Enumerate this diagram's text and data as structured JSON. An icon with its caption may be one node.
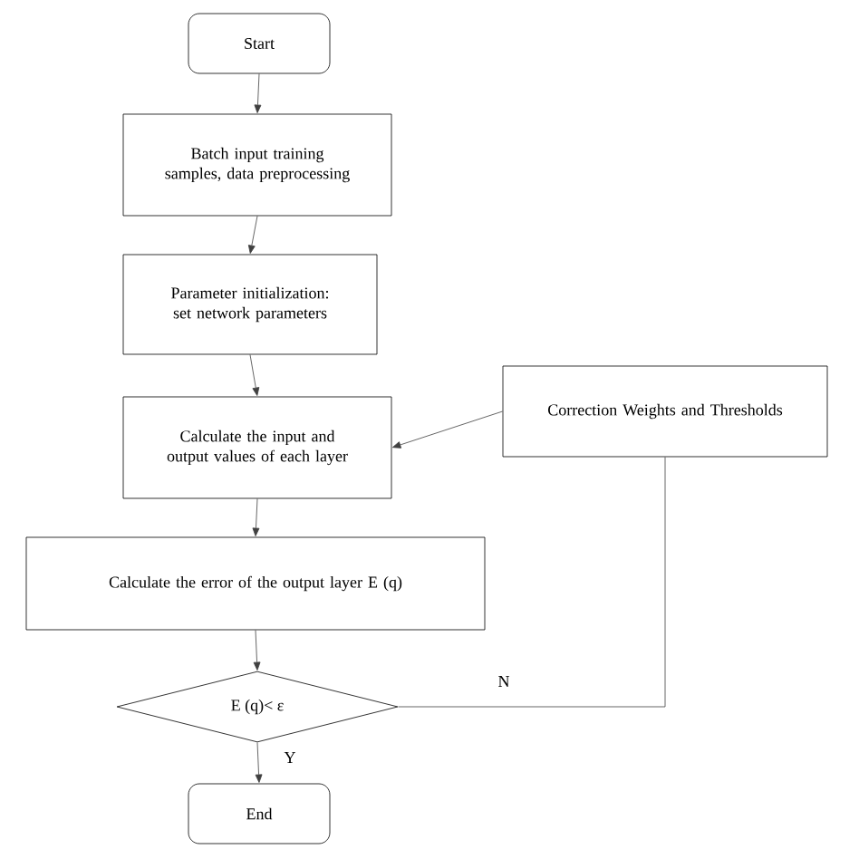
{
  "diagram": {
    "nodes": [
      {
        "text": [
          "Start"
        ]
      },
      {
        "text": [
          "Batch input training samples, data preprocessing"
        ]
      },
      {
        "text": [
          "Parameter initialization: set network parameters"
        ]
      },
      {
        "text": [
          "Calculate the input and output values of each layer"
        ]
      },
      {
        "text": [
          "Correction Weights and Thresholds"
        ]
      },
      {
        "text": [
          "Calculate the error of the output layer E (q)"
        ]
      },
      {
        "text": [
          "E (q)< ε"
        ]
      },
      {
        "text": [
          "End"
        ]
      }
    ],
    "edges": [
      {
        "from": 0,
        "to": 1,
        "arrow": "to"
      },
      {
        "from": 1,
        "to": 2,
        "arrow": "to"
      },
      {
        "from": 2,
        "to": 3,
        "arrow": "to"
      },
      {
        "from": 3,
        "to": 5,
        "arrow": "to"
      },
      {
        "from": 5,
        "to": 6,
        "arrow": "to"
      },
      {
        "from": 6,
        "to": 7,
        "arrow": "to",
        "label": "Y"
      },
      {
        "from": 6,
        "to": 4,
        "arrow": "none",
        "label": "N"
      },
      {
        "from": 4,
        "to": 3,
        "arrow": "to"
      }
    ]
  }
}
